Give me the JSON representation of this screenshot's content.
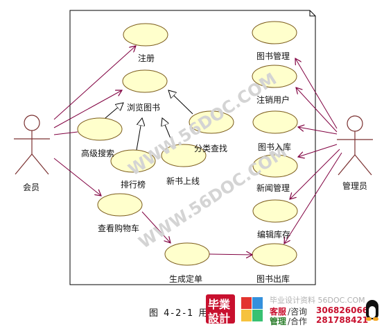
{
  "diagram": {
    "actors": {
      "member": "会员",
      "admin": "管理员"
    },
    "use_cases": {
      "register": "注册",
      "browse": "浏览图书",
      "advanced_search": "高级搜索",
      "category_search": "分类查找",
      "ranking": "排行榜",
      "new_books": "新书上线",
      "view_cart": "查看购物车",
      "create_order": "生成定单",
      "book_management": "图书管理",
      "cancel_user": "注销用户",
      "book_in": "图书入库",
      "news_management": "新闻管理",
      "edit_stock": "编辑库存",
      "book_out": "图书出库"
    },
    "caption": "图 4-2-1 用",
    "watermark": "WWW.56DOC.COM"
  },
  "footer": {
    "logo_line1": "毕業",
    "logo_line2": "設計",
    "site": "毕业设计资料 56DOC.COM",
    "service_label": "客服",
    "service_text": "/咨询",
    "phone1": "306826066",
    "mgmt_label": "管理",
    "mgmt_text": "/合作",
    "phone2": "281788421"
  },
  "colors": {
    "ellipse_fill": "#ffffcc",
    "ellipse_stroke": "#7a5a1a",
    "association": "#800040",
    "generalization": "#000000",
    "brand_red": "#c8102e"
  }
}
